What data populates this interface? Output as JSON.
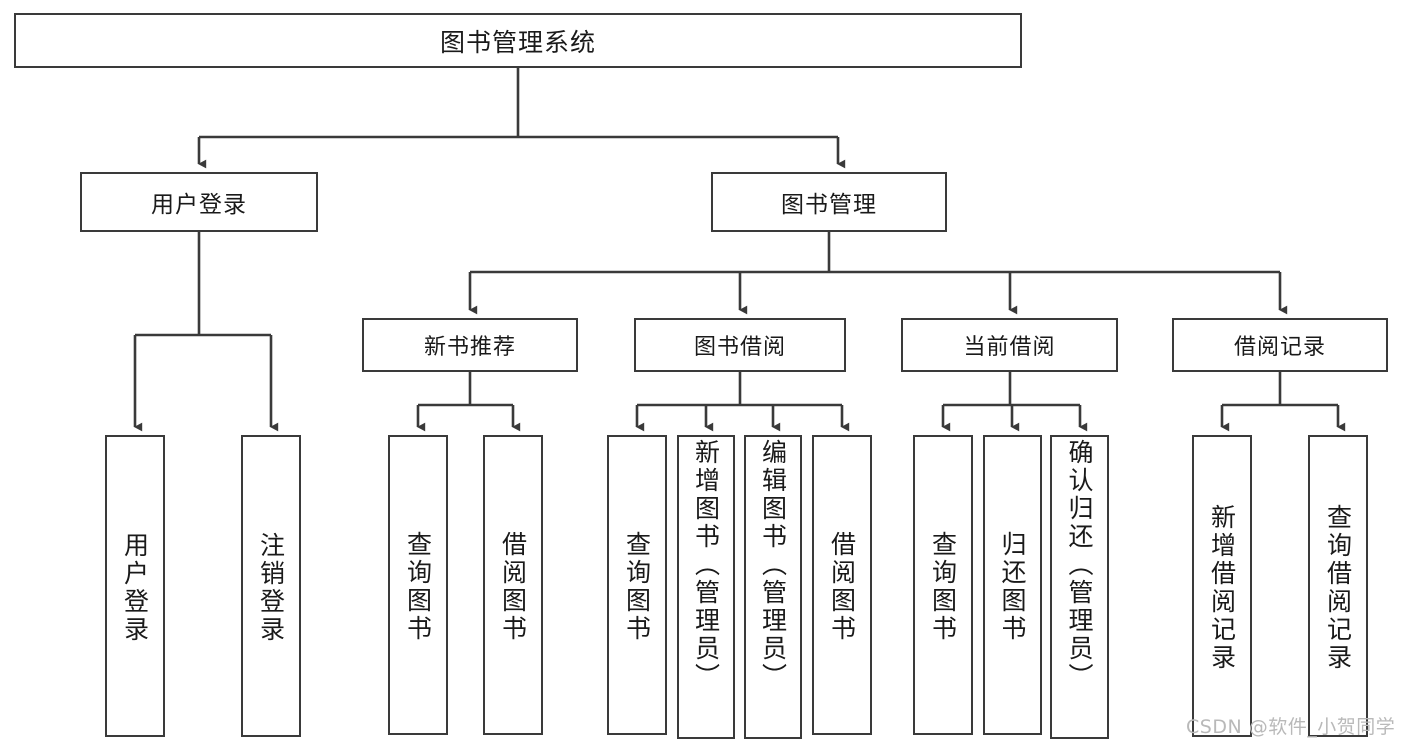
{
  "diagram": {
    "type": "tree-hierarchy",
    "title": "图书管理系统",
    "root": {
      "id": "root",
      "label": "图书管理系统"
    },
    "level2": [
      {
        "id": "user-login",
        "label": "用户登录"
      },
      {
        "id": "book-manage",
        "label": "图书管理"
      }
    ],
    "level3": [
      {
        "id": "new-book-rec",
        "label": "新书推荐",
        "parent": "book-manage"
      },
      {
        "id": "book-borrow",
        "label": "图书借阅",
        "parent": "book-manage"
      },
      {
        "id": "current-borrow",
        "label": "当前借阅",
        "parent": "book-manage"
      },
      {
        "id": "borrow-record",
        "label": "借阅记录",
        "parent": "book-manage"
      }
    ],
    "leaves": [
      {
        "id": "leaf-user-login",
        "label": "用户登录",
        "parent": "user-login"
      },
      {
        "id": "leaf-logout",
        "label": "注销登录",
        "parent": "user-login"
      },
      {
        "id": "leaf-query-book-1",
        "label": "查询图书",
        "parent": "new-book-rec"
      },
      {
        "id": "leaf-borrow-book-1",
        "label": "借阅图书",
        "parent": "new-book-rec"
      },
      {
        "id": "leaf-query-book-2",
        "label": "查询图书",
        "parent": "book-borrow"
      },
      {
        "id": "leaf-add-book",
        "label": "新增图书（管理员）",
        "parent": "book-borrow"
      },
      {
        "id": "leaf-edit-book",
        "label": "编辑图书（管理员）",
        "parent": "book-borrow"
      },
      {
        "id": "leaf-borrow-book-2",
        "label": "借阅图书",
        "parent": "book-borrow"
      },
      {
        "id": "leaf-query-book-3",
        "label": "查询图书",
        "parent": "current-borrow"
      },
      {
        "id": "leaf-return-book",
        "label": "归还图书",
        "parent": "current-borrow"
      },
      {
        "id": "leaf-confirm-return",
        "label": "确认归还（管理员）",
        "parent": "current-borrow"
      },
      {
        "id": "leaf-add-record",
        "label": "新增借阅记录",
        "parent": "borrow-record"
      },
      {
        "id": "leaf-query-record",
        "label": "查询借阅记录",
        "parent": "borrow-record"
      }
    ],
    "colors": {
      "stroke": "#3a3a3a",
      "fill": "#ffffff",
      "text": "#1a1a1a",
      "watermark": "#b9b9b9"
    }
  },
  "watermark": {
    "text": "CSDN @软件_小贺同学"
  }
}
